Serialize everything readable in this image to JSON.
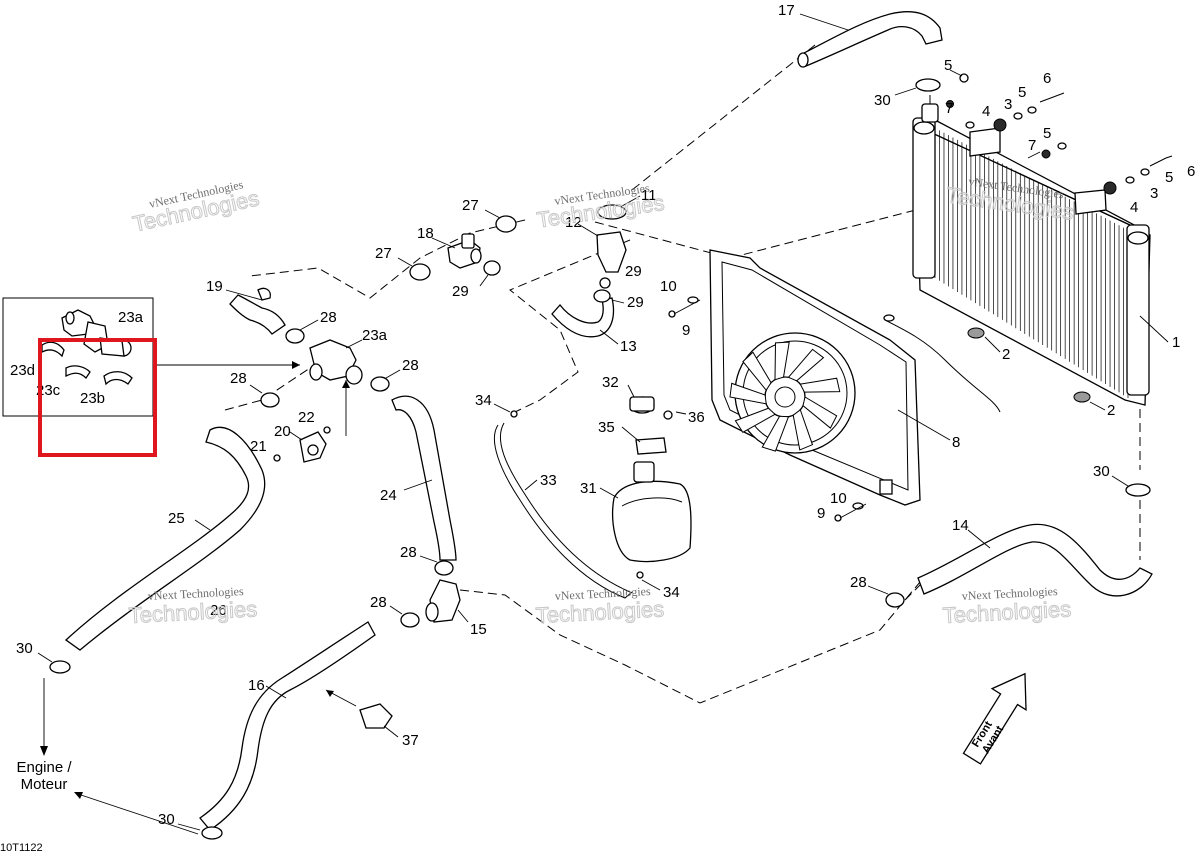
{
  "diagram": {
    "callouts": {
      "c1": "1",
      "c2a": "2",
      "c2b": "2",
      "c3a": "3",
      "c3b": "3",
      "c4a": "4",
      "c4b": "4",
      "c5a": "5",
      "c5b": "5",
      "c5c": "5",
      "c5d": "5",
      "c6a": "6",
      "c6b": "6",
      "c7a": "7",
      "c7b": "7",
      "c8": "8",
      "c9a": "9",
      "c9b": "9",
      "c10a": "10",
      "c10b": "10",
      "c11": "11",
      "c12": "12",
      "c13": "13",
      "c14": "14",
      "c15": "15",
      "c16": "16",
      "c17": "17",
      "c18": "18",
      "c19": "19",
      "c20": "20",
      "c21": "21",
      "c22": "22",
      "c23a_inset": "23a",
      "c23b": "23b",
      "c23c": "23c",
      "c23d": "23d",
      "c23a": "23a",
      "c24": "24",
      "c25": "25",
      "c26": "26",
      "c27a": "27",
      "c27b": "27",
      "c28a": "28",
      "c28b": "28",
      "c28c": "28",
      "c28d": "28",
      "c28e": "28",
      "c28f": "28",
      "c29a": "29",
      "c29b": "29",
      "c29c": "29",
      "c30a": "30",
      "c30b": "30",
      "c30c": "30",
      "c30d": "30",
      "c31": "31",
      "c32": "32",
      "c33": "33",
      "c34a": "34",
      "c34b": "34",
      "c35": "35",
      "c36": "36",
      "c37": "37"
    },
    "watermark": {
      "line1": "vNext Technologies",
      "line2": "Technologies"
    },
    "engine_label": {
      "line1": "Engine /",
      "line2": "Moteur"
    },
    "front_label": {
      "line1": "Front",
      "line2": "Avant"
    },
    "figure_code": "10T1122"
  }
}
